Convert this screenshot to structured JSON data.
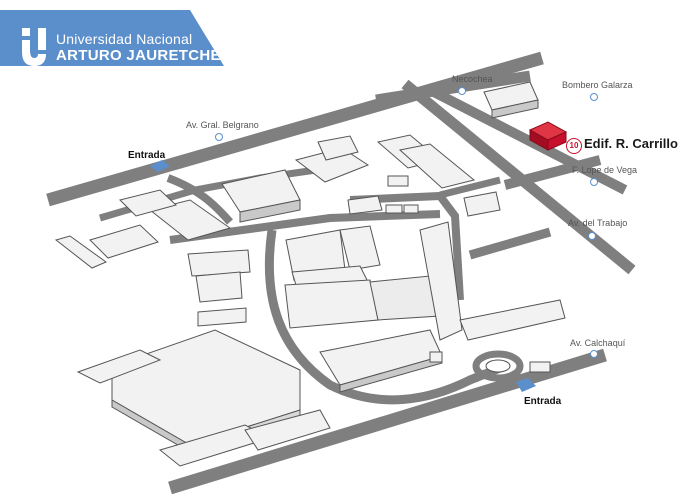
{
  "header": {
    "line1": "Universidad Nacional",
    "line2": "ARTURO JAURETCHE"
  },
  "streets": {
    "necochea": "Necochea",
    "bombero_galarza": "Bombero Galarza",
    "belgrano": "Av. Gral. Belgrano",
    "lope_de_vega": "F. Lope de Vega",
    "del_trabajo": "Av. del Trabajo",
    "calchaqui": "Av. Calchaquí"
  },
  "entrances": {
    "north": "Entrada",
    "south": "Entrada"
  },
  "highlight": {
    "number": "10",
    "name": "Edif. R. Carrillo",
    "color": "#c8102e"
  },
  "colors": {
    "brand_blue": "#5b8fcb",
    "road": "#7f7f7f",
    "building_top": "#f2f2f2",
    "building_side": "#c9c9c9"
  }
}
